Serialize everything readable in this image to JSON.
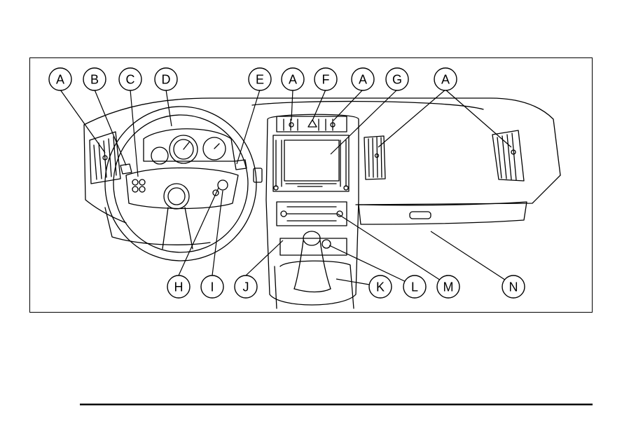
{
  "callouts": [
    {
      "id": "top-1",
      "letter": "A"
    },
    {
      "id": "top-2",
      "letter": "B"
    },
    {
      "id": "top-3",
      "letter": "C"
    },
    {
      "id": "top-4",
      "letter": "D"
    },
    {
      "id": "top-5",
      "letter": "E"
    },
    {
      "id": "top-6",
      "letter": "A"
    },
    {
      "id": "top-7",
      "letter": "F"
    },
    {
      "id": "top-8",
      "letter": "A"
    },
    {
      "id": "top-9",
      "letter": "G"
    },
    {
      "id": "top-10",
      "letter": "A"
    },
    {
      "id": "bottom-1",
      "letter": "H"
    },
    {
      "id": "bottom-2",
      "letter": "I"
    },
    {
      "id": "bottom-3",
      "letter": "J"
    },
    {
      "id": "bottom-4",
      "letter": "K"
    },
    {
      "id": "bottom-5",
      "letter": "L"
    },
    {
      "id": "bottom-6",
      "letter": "M"
    },
    {
      "id": "bottom-7",
      "letter": "N"
    }
  ],
  "colors": {
    "line": "#000000",
    "background": "#ffffff"
  }
}
